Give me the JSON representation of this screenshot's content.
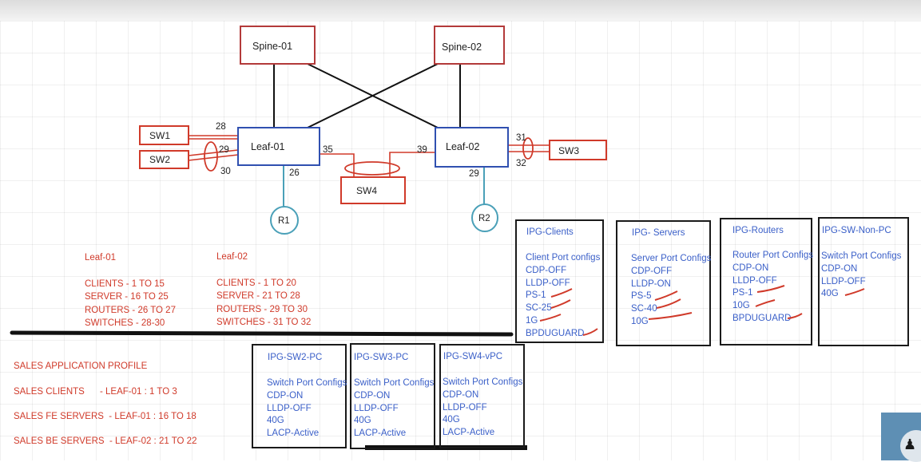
{
  "topology": {
    "spine1": "Spine-01",
    "spine2": "Spine-02",
    "leaf1": "Leaf-01",
    "leaf2": "Leaf-02",
    "sw1": "SW1",
    "sw2": "SW2",
    "sw3": "SW3",
    "sw4": "SW4",
    "r1": "R1",
    "r2": "R2",
    "ports": {
      "p28": "28",
      "p29a": "29",
      "p30": "30",
      "p35": "35",
      "p26": "26",
      "p39": "39",
      "p31": "31",
      "p32": "32",
      "p29b": "29"
    }
  },
  "leaf01_ranges": {
    "title": "Leaf-01",
    "lines": [
      "CLIENTS - 1 TO 15",
      "SERVER - 16 TO 25",
      "ROUTERS - 26 TO 27",
      "SWITCHES - 28-30"
    ]
  },
  "leaf02_ranges": {
    "title": "Leaf-02",
    "lines": [
      "CLIENTS - 1 TO 20",
      "SERVER - 21 TO 28",
      "ROUTERS - 29 TO 30",
      "SWITCHES - 31 TO 32"
    ]
  },
  "sales": {
    "title": "SALES APPLICATION PROFILE",
    "lines": [
      "SALES CLIENTS      - LEAF-01 : 1 TO 3",
      "SALES FE SERVERS  - LEAF-01 : 16 TO 18",
      "SALES BE SERVERS  - LEAF-02 : 21 TO 22"
    ]
  },
  "ipg": {
    "clients": {
      "title": "IPG-Clients",
      "items": [
        "Client Port configs",
        "CDP-OFF",
        "LLDP-OFF",
        "PS-1",
        "SC-25",
        "1G",
        "BPDUGUARD"
      ]
    },
    "servers": {
      "title": "IPG- Servers",
      "items": [
        "Server Port Configs",
        "CDP-OFF",
        "LLDP-ON",
        "PS-5",
        "SC-40",
        "10G"
      ]
    },
    "routers": {
      "title": "IPG-Routers",
      "items": [
        "Router Port Configs",
        "CDP-ON",
        "LLDP-OFF",
        "PS-1",
        "10G",
        "BPDUGUARD"
      ]
    },
    "sw_non_pc": {
      "title": "IPG-SW-Non-PC",
      "items": [
        "Switch Port Configs",
        "CDP-ON",
        "LLDP-OFF",
        "40G"
      ]
    },
    "sw2_pc": {
      "title": "IPG-SW2-PC",
      "items": [
        "Switch Port Configs",
        "CDP-ON",
        "LLDP-OFF",
        "40G",
        "LACP-Active"
      ]
    },
    "sw3_pc": {
      "title": "IPG-SW3-PC",
      "items": [
        "Switch Port Configs",
        "CDP-ON",
        "LLDP-OFF",
        "40G",
        "LACP-Active"
      ]
    },
    "sw4_vpc": {
      "title": "IPG-SW4-vPC",
      "items": [
        "Switch Port Configs",
        "CDP-ON",
        "LLDP-OFF",
        "40G",
        "LACP-Active"
      ]
    }
  },
  "colors": {
    "red": "#d03a2a",
    "blue": "#3a5fc8",
    "teal": "#4aa0b8",
    "black": "#1a1a1a"
  }
}
